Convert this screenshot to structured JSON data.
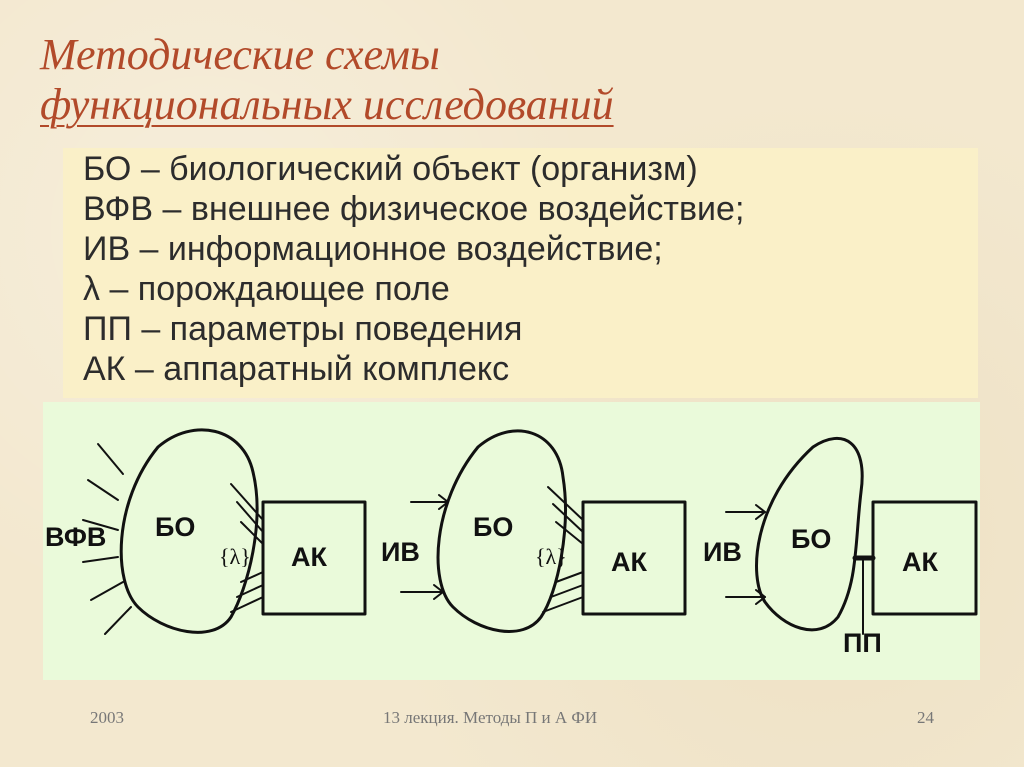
{
  "title": {
    "line1": "Методические схемы",
    "line2": "функциональных исследований"
  },
  "legend": [
    "БО – биологический объект (организм)",
    "ВФВ – внешнее физическое воздействие;",
    "ИВ – информационное воздействие;",
    "λ – порождающее поле",
    "ПП – параметры поведения",
    "АК – аппаратный комплекс"
  ],
  "diagram": {
    "scheme1": {
      "input": "ВФВ",
      "object": "БО",
      "field": "{λ}",
      "device": "АК"
    },
    "scheme2": {
      "input": "ИВ",
      "object": "БО",
      "field": "{λ}",
      "device": "АК"
    },
    "scheme3": {
      "input": "ИВ",
      "object": "БО",
      "output": "ПП",
      "device": "АК"
    }
  },
  "footer": {
    "year": "2003",
    "course": "13 лекция. Методы П и А ФИ",
    "page": "24"
  },
  "colors": {
    "title": "#b24a2a",
    "legend_bg": "#faf0c8",
    "diagram_bg": "#eafada",
    "page_bg": "#f3e8cf"
  }
}
